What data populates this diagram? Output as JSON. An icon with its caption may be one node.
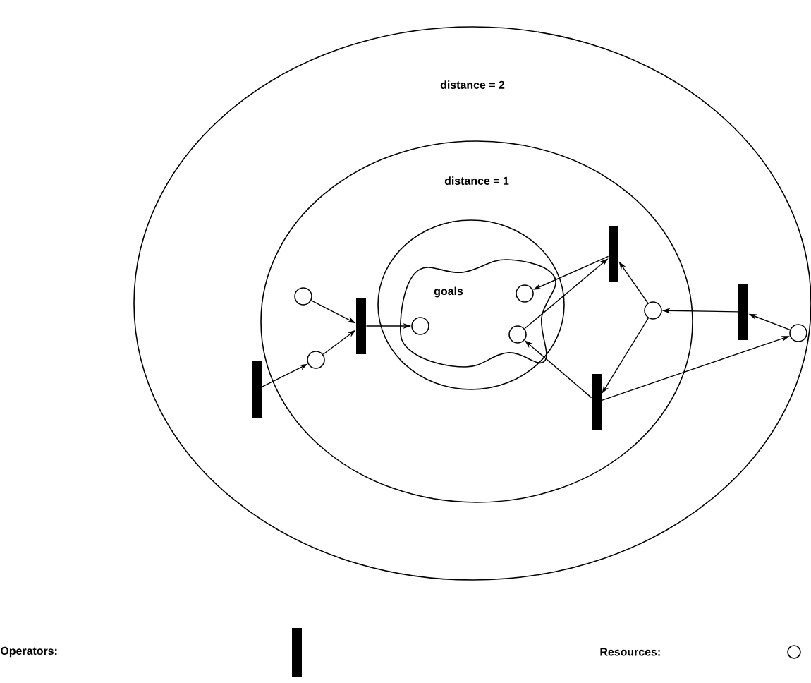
{
  "diagram": {
    "nodes": [
      {
        "text": [
          "distance = 2"
        ]
      },
      {
        "text": [
          "distance = 1"
        ],
        "in": 0
      },
      {
        "text": [],
        "shape": "circle",
        "in": 1
      },
      {
        "text": [
          "goals"
        ],
        "in": 2
      },
      {
        "text": [],
        "shape": "circle",
        "in": 1
      },
      {
        "text": [],
        "shape": "bar",
        "in": 1
      },
      {
        "text": [],
        "shape": "circle",
        "in": 1
      },
      {
        "text": [],
        "shape": "bar",
        "in": 0
      },
      {
        "text": [],
        "shape": "circle",
        "in": 3
      },
      {
        "text": [],
        "shape": "circle",
        "in": 3
      },
      {
        "text": [],
        "shape": "circle",
        "in": 3
      },
      {
        "text": [],
        "shape": "bar",
        "in": 1
      },
      {
        "text": [],
        "shape": "circle",
        "in": 1
      },
      {
        "text": [],
        "shape": "bar",
        "in": 1
      },
      {
        "text": [],
        "shape": "bar",
        "in": 0
      },
      {
        "text": [],
        "shape": "circle",
        "in": 0
      }
    ],
    "edges": [
      {
        "from": 4,
        "to": 5,
        "arrow": "to"
      },
      {
        "from": 6,
        "to": 5,
        "arrow": "to"
      },
      {
        "from": 7,
        "to": 6,
        "arrow": "to"
      },
      {
        "from": 5,
        "to": 8,
        "arrow": "to"
      },
      {
        "from": 11,
        "to": 9,
        "arrow": "to"
      },
      {
        "from": 10,
        "to": 11,
        "arrow": "to"
      },
      {
        "from": 13,
        "to": 10,
        "arrow": "to"
      },
      {
        "from": 12,
        "to": 11,
        "arrow": "to"
      },
      {
        "from": 12,
        "to": 13,
        "arrow": "to"
      },
      {
        "from": 14,
        "to": 12,
        "arrow": "to"
      },
      {
        "from": 15,
        "to": 14,
        "arrow": "to"
      },
      {
        "from": 13,
        "to": 15,
        "arrow": "to"
      }
    ],
    "legend": [
      {
        "text": "Operators:"
      },
      {
        "text": "Resources:"
      }
    ]
  }
}
